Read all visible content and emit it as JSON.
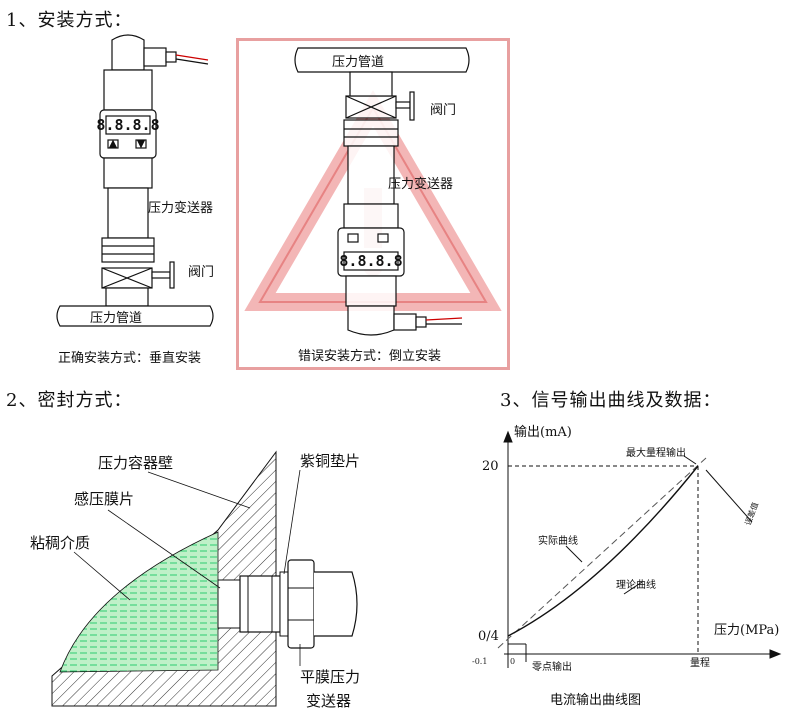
{
  "sections": {
    "install_title": "1、安装方式：",
    "seal_title": "2、密封方式：",
    "curve_title": "3、信号输出曲线及数据："
  },
  "install_correct": {
    "transmitter_label": "压力变送器",
    "valve_label": "阀门",
    "pipe_label": "压力管道",
    "caption": "正确安装方式：垂直安装",
    "display": "8.8.8.8"
  },
  "install_wrong": {
    "pipe_label": "压力管道",
    "valve_label": "阀门",
    "transmitter_label": "压力变送器",
    "caption": "错误安装方式：倒立安装",
    "display": "8.8.8.8"
  },
  "seal": {
    "container_wall": "压力容器壁",
    "diaphragm": "感压膜片",
    "viscous_medium": "粘稠介质",
    "copper_gasket": "紫铜垫片",
    "flat_film_line1": "平膜压力",
    "flat_film_line2": "变送器"
  },
  "curve": {
    "y_axis_label": "输出(mA)",
    "x_axis_label": "压力(MPa)",
    "y_max_tick": "20",
    "y_min_tick": "0/4",
    "x_neg_tick": "-0.1",
    "x_zero_tick": "0",
    "x_range_tick": "量程",
    "max_range_output": "最大量程输出",
    "actual_curve": "实际曲线",
    "theory_curve": "理论曲线",
    "zero_output": "零点输出",
    "rotated_note": "误差值",
    "caption": "电流输出曲线图",
    "colors": {
      "alarm_red": "#e06060",
      "medium_green": "#2ecc71",
      "line": "#111111"
    }
  }
}
